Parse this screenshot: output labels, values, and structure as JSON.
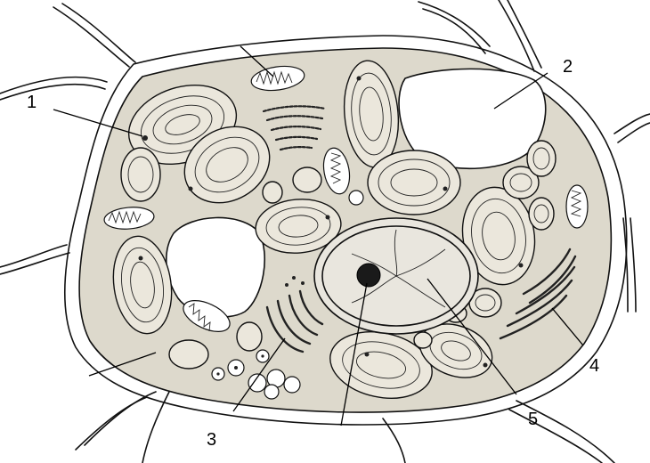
{
  "labels": [
    {
      "text": "1"
    },
    {
      "text": "2"
    },
    {
      "text": "3"
    },
    {
      "text": "4"
    },
    {
      "text": "5"
    }
  ],
  "colors": {
    "cytoplasm": "#ddd9cc",
    "ink": "#111111",
    "vacuole": "#ffffff",
    "background": "#ffffff"
  }
}
